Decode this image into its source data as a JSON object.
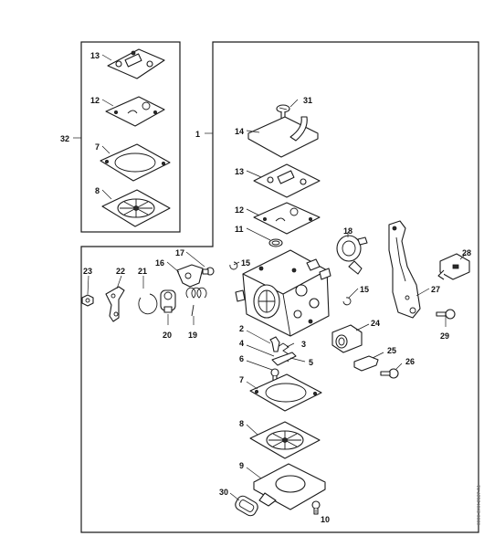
{
  "callouts": {
    "n1": "1",
    "n2": "2",
    "n3": "3",
    "n4": "4",
    "n5": "5",
    "n6": "6",
    "n7": "7",
    "n8": "8",
    "n9": "9",
    "n10": "10",
    "n11": "11",
    "n12": "12",
    "n13": "13",
    "n14": "14",
    "n15": "15",
    "n16": "16",
    "n17": "17",
    "n18": "18",
    "n19": "19",
    "n20": "20",
    "n21": "21",
    "n22": "22",
    "n23": "23",
    "n24": "24",
    "n25": "25",
    "n26": "26",
    "n27": "27",
    "n28": "28",
    "n29": "29",
    "n30": "30",
    "n31": "31",
    "n32": "32"
  },
  "margin_code": "0000-GXX-2137-A1"
}
